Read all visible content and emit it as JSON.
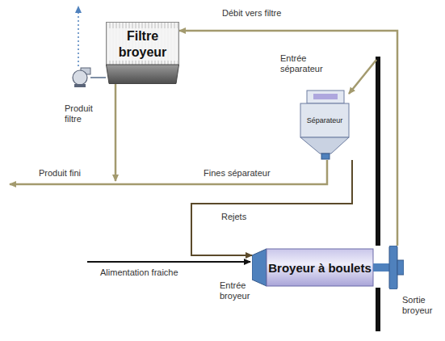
{
  "diagram": {
    "nodes": [
      {
        "text": [
          "Filtre broyeur"
        ]
      },
      {
        "text": [
          "Séparateur"
        ]
      },
      {
        "text": [
          "Broyeur à boulets"
        ]
      }
    ],
    "edges": [
      {
        "from": 2,
        "to": 0,
        "arrow": "to",
        "label": "Débit vers filtre"
      },
      {
        "from": 2,
        "to": 1,
        "arrow": "to",
        "label": "Entrée séparateur"
      },
      {
        "from": 1,
        "to": 2,
        "arrow": "to",
        "label": "Rejets"
      }
    ],
    "labels": [
      "Produit filtre",
      "Produit fini",
      "Fines séparateur",
      "Alimentation fraiche",
      "Entrée broyeur",
      "Sortie broyeur"
    ]
  }
}
